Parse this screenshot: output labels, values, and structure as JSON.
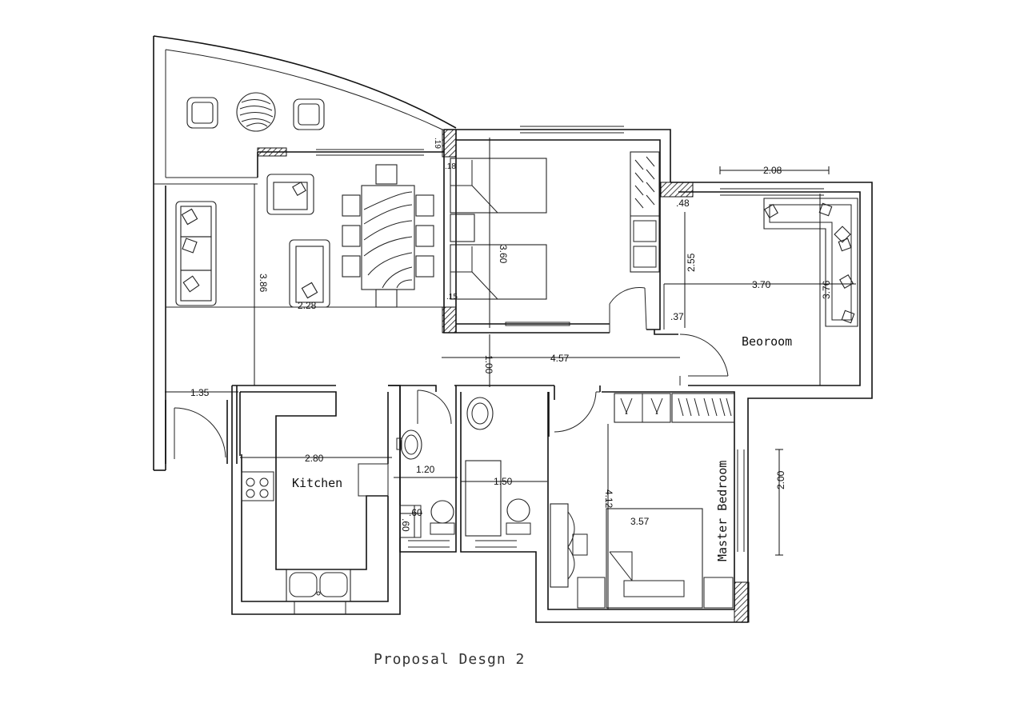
{
  "title": "Proposal Desgn 2",
  "rooms": {
    "bedroom": "Beoroom",
    "kitchen": "Kitchen",
    "master": "Master Bedroom"
  },
  "dims": {
    "d208": "2.08",
    "d048": ".48",
    "d255": "2.55",
    "d370": "3.70",
    "d376": "3.76",
    "d037": ".37",
    "d360": "3.60",
    "d386": "3.86",
    "d228": "2.28",
    "d100": "1.00",
    "d457": "4.57",
    "d135": "1.35",
    "d280": "2.80",
    "d120": "1.20",
    "d150": "1.50",
    "d060a": ".60",
    "d060b": ".60",
    "d412": "4.12",
    "d357": "3.57",
    "d200": "2.00",
    "d019": ".19",
    "d018": ".18",
    "d015": ".15"
  }
}
